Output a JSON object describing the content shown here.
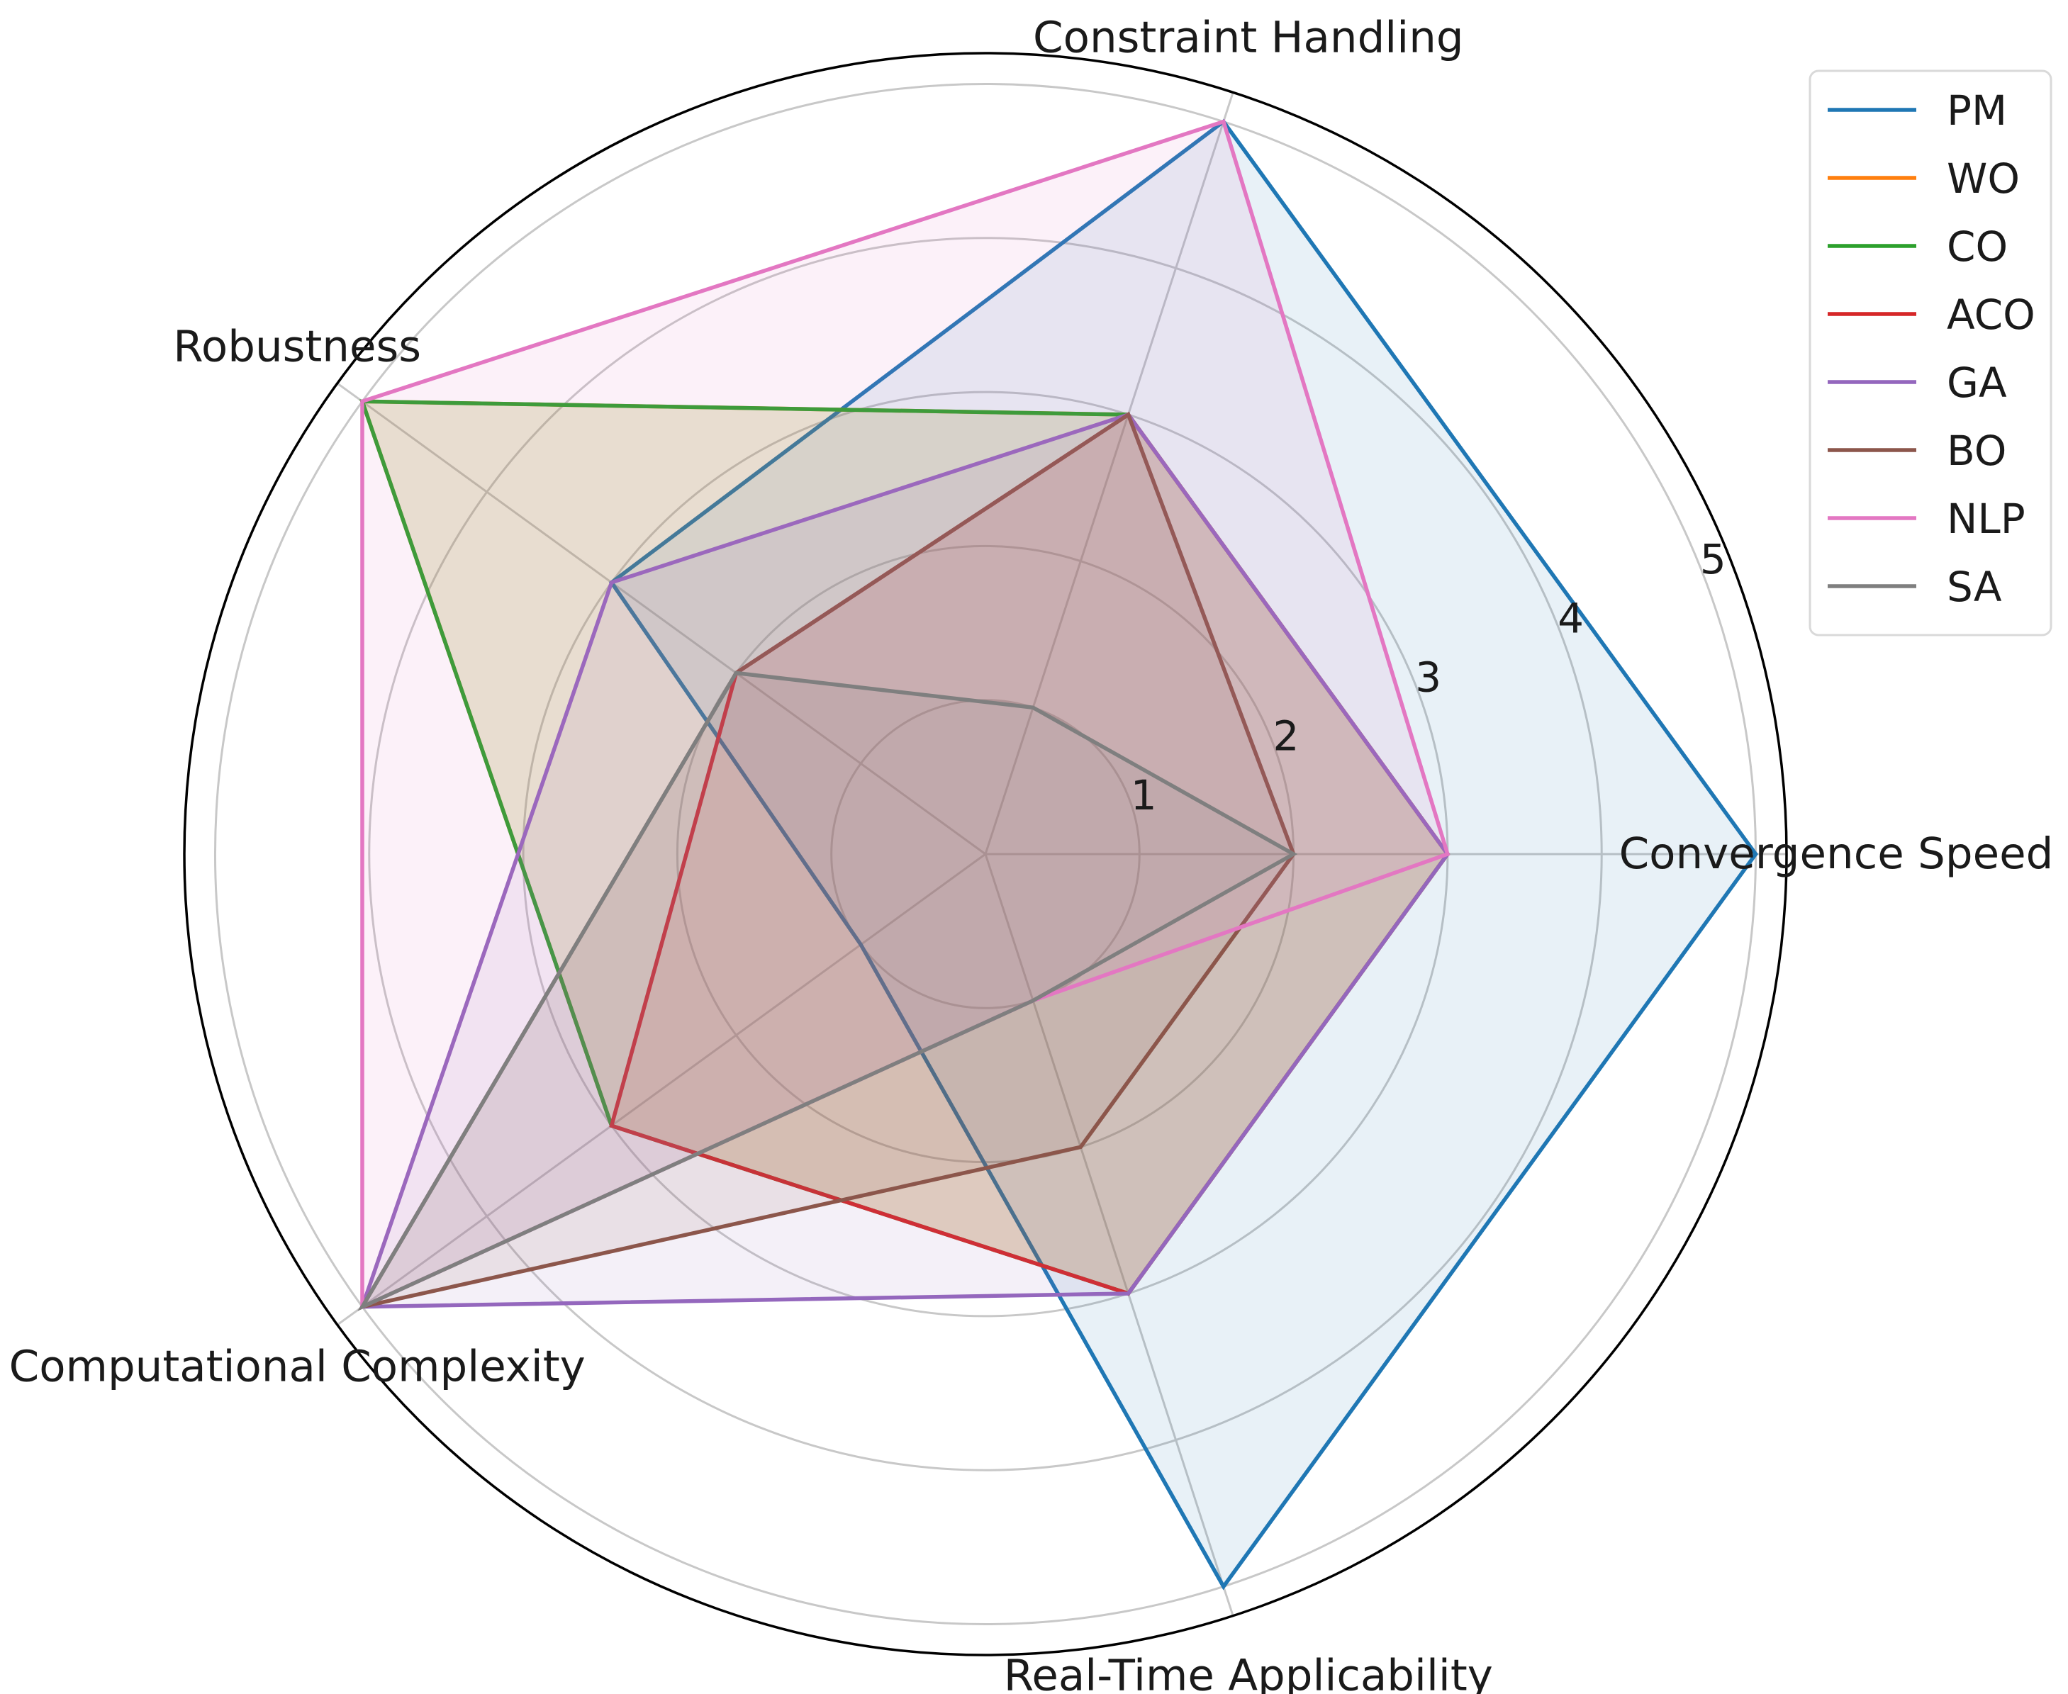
{
  "chart_data": {
    "type": "radar",
    "title": "",
    "axes": [
      "Convergence Speed",
      "Constraint Handling",
      "Robustness",
      "Computational Complexity",
      "Real-Time Applicability"
    ],
    "radial_ticks": [
      "1",
      "2",
      "3",
      "4",
      "5"
    ],
    "rlim": [
      0,
      5.2
    ],
    "grid": true,
    "legend_position": "top-right",
    "series": [
      {
        "name": "PM",
        "color": "#1f77b4",
        "values": [
          5,
          5,
          3,
          1,
          5
        ]
      },
      {
        "name": "WO",
        "color": "#ff7f0e",
        "values": [
          3,
          3,
          5,
          3,
          3
        ]
      },
      {
        "name": "CO",
        "color": "#2ca02c",
        "values": [
          3,
          3,
          5,
          3,
          3
        ]
      },
      {
        "name": "ACO",
        "color": "#d62728",
        "values": [
          3,
          3,
          2,
          3,
          3
        ]
      },
      {
        "name": "GA",
        "color": "#9467bd",
        "values": [
          3,
          3,
          3,
          5,
          3
        ]
      },
      {
        "name": "BO",
        "color": "#8c564b",
        "values": [
          2,
          3,
          2,
          5,
          2
        ]
      },
      {
        "name": "NLP",
        "color": "#e377c2",
        "values": [
          3,
          5,
          5,
          5,
          1
        ]
      },
      {
        "name": "SA",
        "color": "#7f7f7f",
        "values": [
          2,
          1,
          2,
          5,
          1
        ]
      }
    ]
  }
}
